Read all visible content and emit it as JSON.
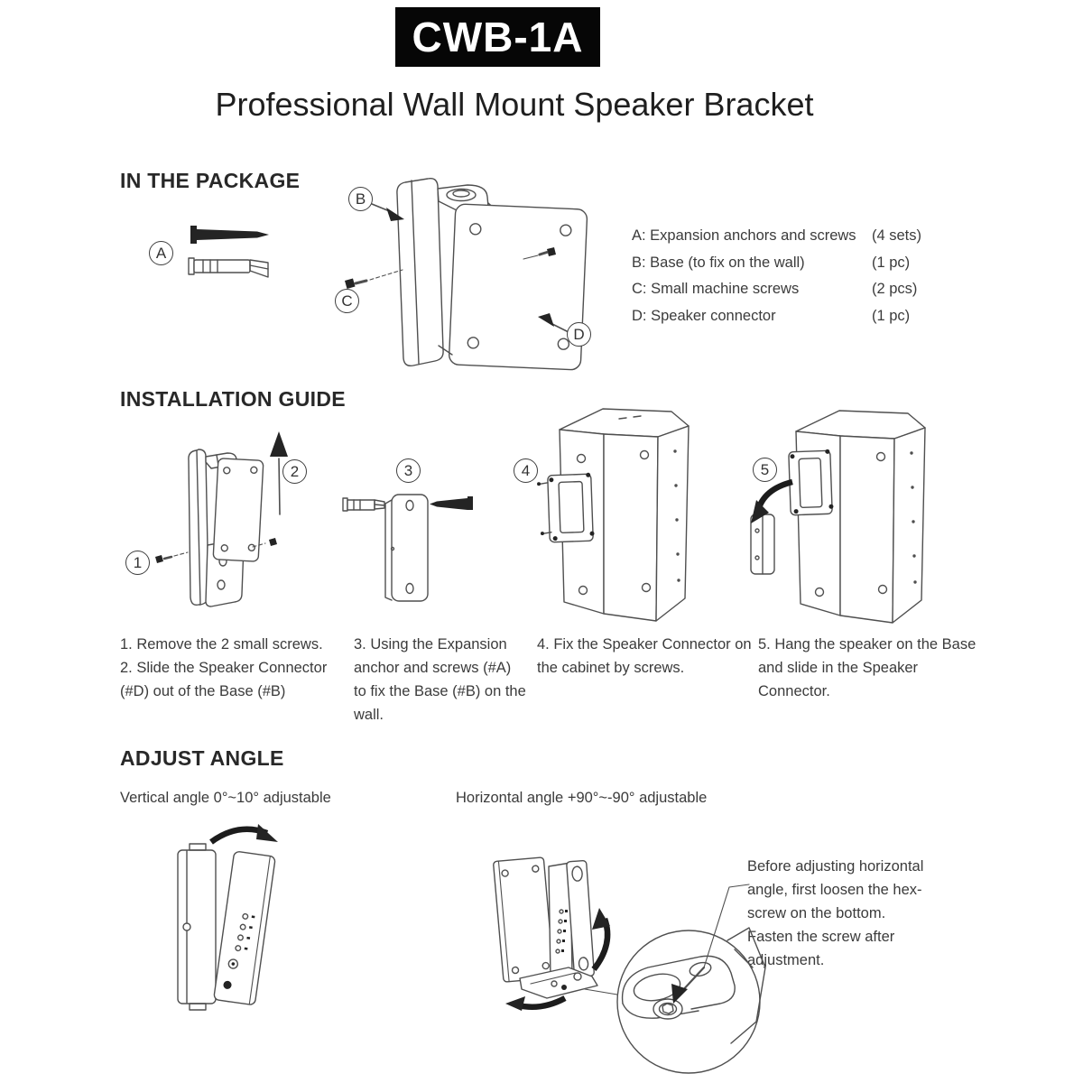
{
  "header": {
    "model": "CWB-1A",
    "title": "Professional Wall Mount Speaker Bracket"
  },
  "package": {
    "heading": "IN THE PACKAGE",
    "markers": {
      "a": "A",
      "b": "B",
      "c": "C",
      "d": "D"
    },
    "parts": [
      {
        "desc": "A: Expansion anchors and screws",
        "qty": "(4 sets)"
      },
      {
        "desc": "B: Base (to fix on the wall)",
        "qty": "(1 pc)"
      },
      {
        "desc": "C: Small machine screws",
        "qty": "(2 pcs)"
      },
      {
        "desc": "D: Speaker connector",
        "qty": "(1 pc)"
      }
    ]
  },
  "installation": {
    "heading": "INSTALLATION GUIDE",
    "markers": {
      "s1": "1",
      "s2": "2",
      "s3": "3",
      "s4": "4",
      "s5": "5"
    },
    "captions": {
      "c1a": "1. Remove the 2 small screws.",
      "c1b": "2. Slide the Speaker Connector (#D) out of the Base (#B)",
      "c3": "3. Using the Expansion anchor and screws (#A) to fix the Base (#B) on the wall.",
      "c4": "4. Fix the Speaker Connector on the cabinet by screws.",
      "c5": "5. Hang the speaker on the Base and slide in the Speaker Connector."
    }
  },
  "adjust": {
    "heading": "ADJUST ANGLE",
    "vertical_caption": "Vertical angle 0°~10° adjustable",
    "horizontal_caption": "Horizontal angle +90°~-90° adjustable",
    "note_lines": [
      "Before adjusting horizontal",
      "angle, first loosen the hex-",
      "screw on the bottom.",
      "Fasten the screw after",
      "adjustment."
    ]
  },
  "colors": {
    "badge_background": "#060606",
    "badge_text": "#ffffff",
    "heading_text": "#282828",
    "body_text": "#3b3b3b",
    "line_art": "#4f4f4f",
    "arrow_black": "#1c1c1c"
  }
}
